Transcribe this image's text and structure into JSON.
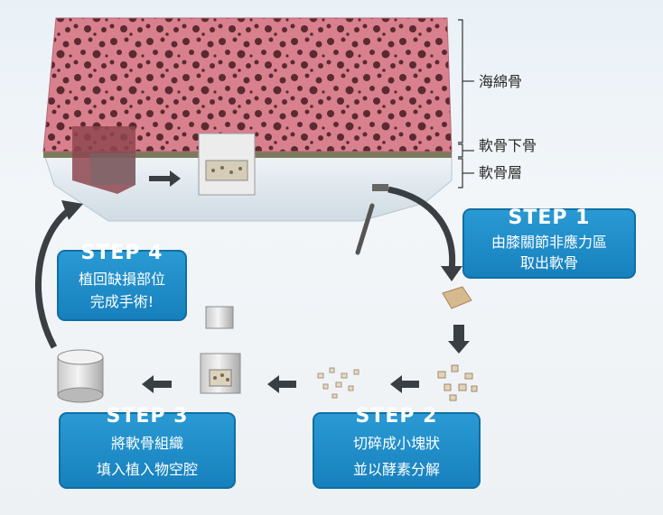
{
  "layers": {
    "cancellous": "海綿骨",
    "subchondral": "軟骨下骨",
    "cartilage": "軟骨層"
  },
  "steps": [
    {
      "title": "STEP 1",
      "lines": [
        "由膝關節非應力區",
        "取出軟骨"
      ]
    },
    {
      "title": "STEP 2",
      "lines": [
        "切碎成小塊狀",
        "並以酵素分解"
      ]
    },
    {
      "title": "STEP 3",
      "lines": [
        "將軟骨組織",
        "填入植入物空腔"
      ]
    },
    {
      "title": "STEP 4",
      "lines": [
        "植回缺損部位",
        "完成手術!"
      ]
    }
  ],
  "colors": {
    "step_box": "#1a8cc8",
    "step_box_border": "#0f6fa3",
    "bone_pink": "#d9808f",
    "bone_pores": "#5a2a30",
    "cartilage": "#dfe8ee",
    "arrow": "#3a3f44"
  }
}
